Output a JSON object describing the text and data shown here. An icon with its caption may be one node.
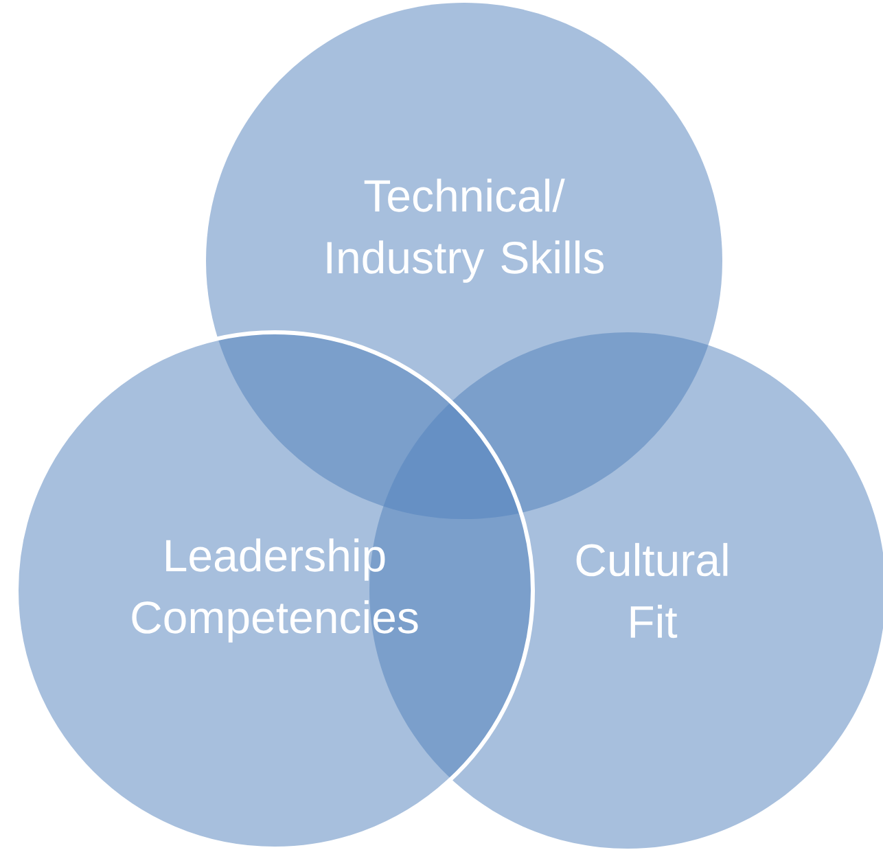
{
  "diagram": {
    "nodes": [
      {
        "text": [
          "Technical/ Industry Skills"
        ]
      },
      {
        "text": [
          "Leadership Competencies"
        ]
      },
      {
        "text": [
          "Cultural Fit"
        ]
      }
    ]
  }
}
